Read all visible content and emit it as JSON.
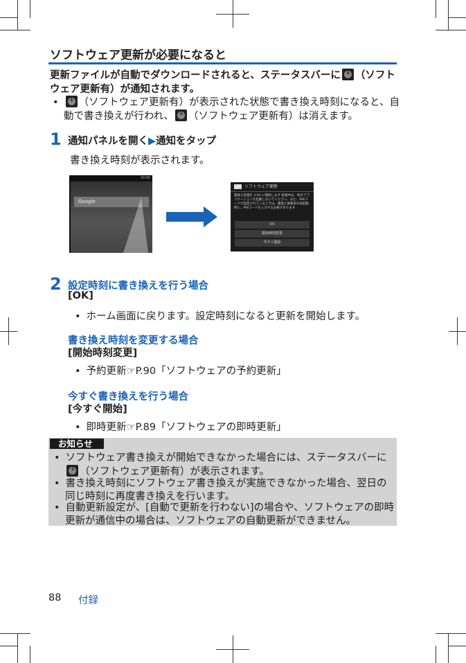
{
  "title": "ソフトウェア更新が必要になると",
  "intro": {
    "line1a": "更新ファイルが自動でダウンロードされると、ステータスバーに",
    "line1b": "（ソフト",
    "line2": "ウェア更新有）が通知されます。"
  },
  "bullet1": {
    "line1": "（ソフトウェア更新有）が表示された状態で書き換え時刻になると、自",
    "line2a": "動で書き換えが行われ、",
    "line2b": "（ソフトウェア更新有）は消えます。"
  },
  "icon": "software-update-icon",
  "step1": {
    "number": "1",
    "action_a": "通知パネルを開く",
    "arrow": "▶",
    "action_b": "通知をタップ",
    "result": "書き換え時刻が表示されます。"
  },
  "screenshot_home": {
    "clock": "10:00",
    "search_label": "Google"
  },
  "screenshot_dialog": {
    "title": "ソフトウェア更新",
    "message": "書換え処理を 3:00 に開始します 処理中は、他のアプリケーションを起動しないでください。また、PINコードが設定されているときは、書換え後端末の再起動時に、PINコードを入力する必要があります",
    "buttons": [
      "OK",
      "開始時刻変更",
      "今すぐ開始"
    ]
  },
  "step2": {
    "number": "2",
    "heading": "設定時刻に書き換えを行う場合",
    "key": "[OK]",
    "bullet": "ホーム画面に戻ります。設定時刻になると更新を開始します。"
  },
  "change": {
    "heading": "書き換え時刻を変更する場合",
    "key": "[開始時刻変更]",
    "bullet_a": "予約更新",
    "bullet_b": "P.90「ソフトウェアの予約更新」"
  },
  "now": {
    "heading": "今すぐ書き換えを行う場合",
    "key": "[今すぐ開始]",
    "bullet_a": "即時更新",
    "bullet_b": "P.89「ソフトウェアの即時更新」"
  },
  "notice": {
    "label": "お知らせ",
    "items": [
      [
        "ソフトウェア書き換えが開始できなかった場合には、ステータスバーに",
        "（ソフトウェア更新有）が表示されます。"
      ],
      [
        "書き換え時刻にソフトウェア書き換えが実施できなかった場合、翌日の",
        "同じ時刻に再度書き換えを行います。"
      ],
      [
        "自動更新設定が、[自動で更新を行わない]の場合や、ソフトウェアの即時",
        "更新が通信中の場合は、ソフトウェアの自動更新ができません。"
      ]
    ]
  },
  "footer": {
    "page": "88",
    "section": "付録"
  },
  "colors": {
    "accent": "#1a63b8",
    "notice_bg": "#d3d3d3"
  }
}
